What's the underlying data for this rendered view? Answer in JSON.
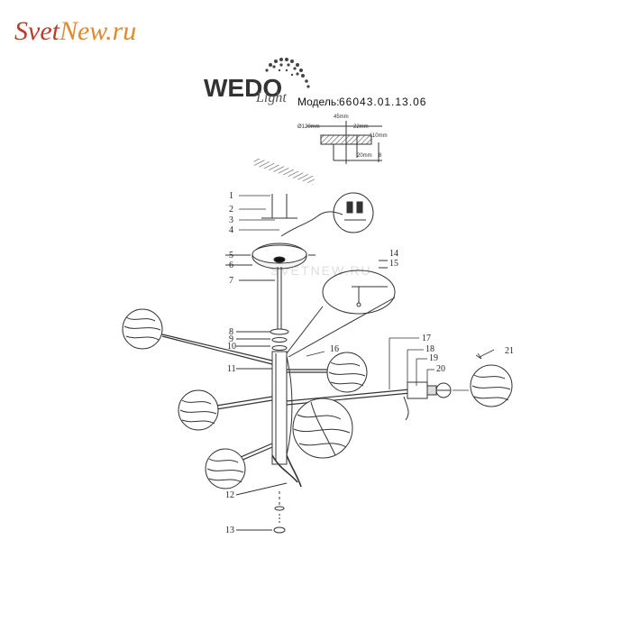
{
  "site_logo": {
    "part1": "Svet",
    "part2": "New.ru"
  },
  "brand": {
    "name": "WEDO",
    "sub": "Light"
  },
  "model": {
    "label": "Модель:",
    "value": "66043.01.13.06"
  },
  "watermark": "SVETNEW.RU",
  "dimensions": {
    "d1": "Ø120mm",
    "d2": "45mm",
    "d3": "22mm",
    "d4": "110mm",
    "d5": "20mm",
    "d6": "8"
  },
  "parts": [
    "1",
    "2",
    "3",
    "4",
    "5",
    "6",
    "7",
    "8",
    "9",
    "10",
    "11",
    "12",
    "13",
    "14",
    "15",
    "16",
    "17",
    "18",
    "19",
    "20",
    "21"
  ],
  "colors": {
    "logo_red": "#c0392b",
    "logo_orange": "#e08a2a",
    "line": "#333333"
  }
}
